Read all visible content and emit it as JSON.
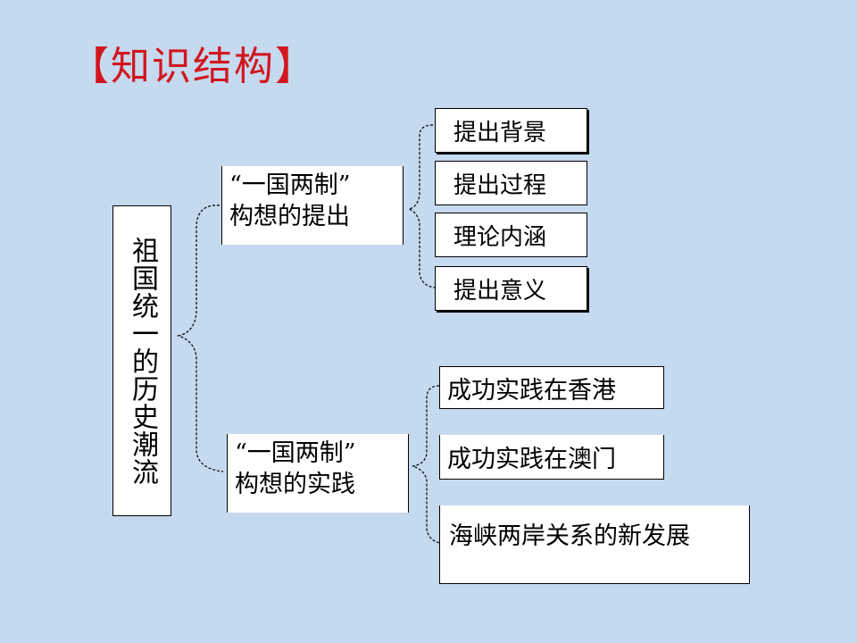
{
  "title": "【知识结构】",
  "root": {
    "label": "祖国统一的历史潮流"
  },
  "branches": [
    {
      "label_line1": "“一国两制”",
      "label_line2": "构想的提出",
      "children": [
        "提出背景",
        "提出过程",
        "理论内涵",
        "提出意义"
      ]
    },
    {
      "label_line1": "“一国两制”",
      "label_line2": "构想的实践",
      "children": [
        "成功实践在香港",
        "成功实践在澳门",
        "海峡两岸关系的新发展"
      ]
    }
  ],
  "colors": {
    "background": "#c5d9ef",
    "title": "#d2161e",
    "box": "#ffffff",
    "line": "#000000"
  }
}
